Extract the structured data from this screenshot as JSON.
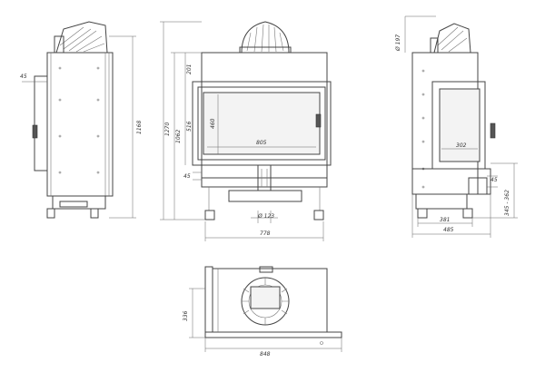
{
  "dimensions": {
    "side_left": {
      "width": "45",
      "height": "1168"
    },
    "front": {
      "height_total": "1270",
      "height_body": "1062",
      "top_offset": "201",
      "door_height": "516",
      "glass_height": "460",
      "glass_width": "805",
      "bottom_offset": "45",
      "outlet_diameter": "Ø 123",
      "body_width": "778"
    },
    "side_right": {
      "flue_diameter": "Ø 197",
      "glass_width": "302",
      "bottom_offset": "45",
      "height_range": "345 - 362",
      "inner_depth": "381",
      "depth": "485"
    },
    "top_view": {
      "depth": "336",
      "width": "848"
    }
  }
}
